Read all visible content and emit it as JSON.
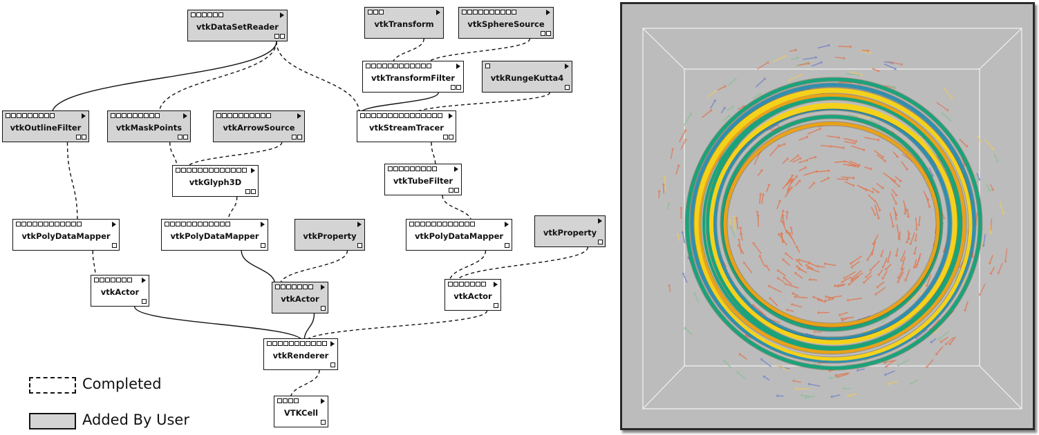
{
  "pipeline": {
    "nodes": [
      {
        "id": "reader",
        "label": "vtkDataSetReader",
        "user": true,
        "inPorts": 6,
        "outPorts": 2
      },
      {
        "id": "transform",
        "label": "vtkTransform",
        "user": true,
        "inPorts": 3,
        "outPorts": 0
      },
      {
        "id": "sphere",
        "label": "vtkSphereSource",
        "user": true,
        "inPorts": 10,
        "outPorts": 2
      },
      {
        "id": "tfilter",
        "label": "vtkTransformFilter",
        "user": false,
        "inPorts": 12,
        "outPorts": 2
      },
      {
        "id": "rk4",
        "label": "vtkRungeKutta4",
        "user": true,
        "inPorts": 1,
        "outPorts": 1
      },
      {
        "id": "outline",
        "label": "vtkOutlineFilter",
        "user": true,
        "inPorts": 9,
        "outPorts": 2
      },
      {
        "id": "mask",
        "label": "vtkMaskPoints",
        "user": true,
        "inPorts": 9,
        "outPorts": 2
      },
      {
        "id": "arrow",
        "label": "vtkArrowSource",
        "user": true,
        "inPorts": 10,
        "outPorts": 2
      },
      {
        "id": "tracer",
        "label": "vtkStreamTracer",
        "user": false,
        "inPorts": 15,
        "outPorts": 2
      },
      {
        "id": "glyph",
        "label": "vtkGlyph3D",
        "user": false,
        "inPorts": 13,
        "outPorts": 2
      },
      {
        "id": "tube",
        "label": "vtkTubeFilter",
        "user": false,
        "inPorts": 9,
        "outPorts": 2
      },
      {
        "id": "map1",
        "label": "vtkPolyDataMapper",
        "user": false,
        "inPorts": 12,
        "outPorts": 1
      },
      {
        "id": "map2",
        "label": "vtkPolyDataMapper",
        "user": false,
        "inPorts": 12,
        "outPorts": 1
      },
      {
        "id": "prop1",
        "label": "vtkProperty",
        "user": true,
        "inPorts": 0,
        "outPorts": 1
      },
      {
        "id": "map3",
        "label": "vtkPolyDataMapper",
        "user": false,
        "inPorts": 12,
        "outPorts": 1
      },
      {
        "id": "prop2",
        "label": "vtkProperty",
        "user": true,
        "inPorts": 0,
        "outPorts": 1
      },
      {
        "id": "actor1",
        "label": "vtkActor",
        "user": false,
        "inPorts": 7,
        "outPorts": 1
      },
      {
        "id": "actor2",
        "label": "vtkActor",
        "user": true,
        "inPorts": 7,
        "outPorts": 1
      },
      {
        "id": "actor3",
        "label": "vtkActor",
        "user": false,
        "inPorts": 7,
        "outPorts": 1
      },
      {
        "id": "renderer",
        "label": "vtkRenderer",
        "user": false,
        "inPorts": 11,
        "outPorts": 1
      },
      {
        "id": "cell",
        "label": "VTKCell",
        "user": false,
        "inPorts": 4,
        "outPorts": 1
      }
    ],
    "edges": [
      {
        "from": "reader",
        "to": "outline",
        "style": "solid"
      },
      {
        "from": "reader",
        "to": "mask",
        "style": "dashed"
      },
      {
        "from": "reader",
        "to": "tracer",
        "style": "dashed"
      },
      {
        "from": "transform",
        "to": "tfilter",
        "style": "dashed"
      },
      {
        "from": "sphere",
        "to": "tfilter",
        "style": "dashed"
      },
      {
        "from": "tfilter",
        "to": "tracer",
        "style": "solid"
      },
      {
        "from": "rk4",
        "to": "tracer",
        "style": "dashed"
      },
      {
        "from": "outline",
        "to": "map1",
        "style": "dashed"
      },
      {
        "from": "mask",
        "to": "glyph",
        "style": "dashed"
      },
      {
        "from": "arrow",
        "to": "glyph",
        "style": "dashed"
      },
      {
        "from": "tracer",
        "to": "tube",
        "style": "dashed"
      },
      {
        "from": "glyph",
        "to": "map2",
        "style": "dashed"
      },
      {
        "from": "tube",
        "to": "map3",
        "style": "dashed"
      },
      {
        "from": "map1",
        "to": "actor1",
        "style": "dashed"
      },
      {
        "from": "map2",
        "to": "actor2",
        "style": "solid"
      },
      {
        "from": "prop1",
        "to": "actor2",
        "style": "dashed"
      },
      {
        "from": "map3",
        "to": "actor3",
        "style": "dashed"
      },
      {
        "from": "prop2",
        "to": "actor3",
        "style": "dashed"
      },
      {
        "from": "actor1",
        "to": "renderer",
        "style": "solid"
      },
      {
        "from": "actor2",
        "to": "renderer",
        "style": "solid"
      },
      {
        "from": "actor3",
        "to": "renderer",
        "style": "dashed"
      },
      {
        "from": "renderer",
        "to": "cell",
        "style": "dashed"
      }
    ]
  },
  "legend": {
    "completed": "Completed",
    "added_by_user": "Added By User"
  },
  "render": {
    "background": "#bcbcbc",
    "tube_colors": [
      "#f4d21c",
      "#e8a21a",
      "#1aa37a",
      "#2f8fb0"
    ],
    "arrow_colors": [
      "#e07a55",
      "#7a86c8",
      "#8fbf9a",
      "#e8c86a",
      "#d9826a"
    ]
  }
}
